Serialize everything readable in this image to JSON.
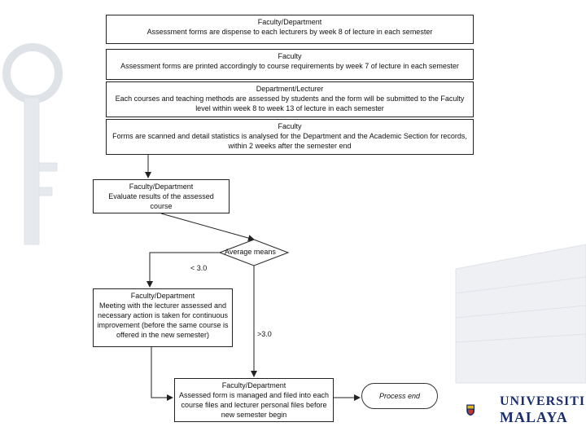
{
  "steps": [
    {
      "title": "Faculty/Department",
      "text": "Assessment forms are dispense to each lecturers by week 8 of lecture in each semester"
    },
    {
      "title": "Faculty",
      "text": "Assessment forms are printed accordingly to course requirements by week 7 of lecture in each semester"
    },
    {
      "title": "Department/Lecturer",
      "text": "Each courses and teaching methods are assessed by students and the form will be submitted to the Faculty level within week 8 to week 13 of lecture in each semester"
    },
    {
      "title": "Faculty",
      "text": "Forms are scanned and detail statistics is analysed for the Department and the Academic Section for records, within 2 weeks after the semester end"
    },
    {
      "title": "Faculty/Department",
      "text": "Evaluate results of the assessed course"
    }
  ],
  "decision": {
    "label": "Average means",
    "low_branch": "< 3.0",
    "high_branch": ">3.0"
  },
  "meeting_box": {
    "title": "Faculty/Department",
    "text": "Meeting with the lecturer assessed and necessary action is taken for continuous improvement (before the same course is offered in the new semester)"
  },
  "final_box": {
    "title": "Faculty/Department",
    "text": "Assessed form is managed and filed into each course files and lecturer personal files before new semester begin"
  },
  "terminal": {
    "label": "Process end"
  },
  "logo": {
    "line1": "UNIVERSITI",
    "line2": "MALAYA"
  },
  "colors": {
    "line": "#222222",
    "logo_blue": "#1d2f6b",
    "logo_yellow": "#e5b81a",
    "watermark": "#d9dde3"
  }
}
